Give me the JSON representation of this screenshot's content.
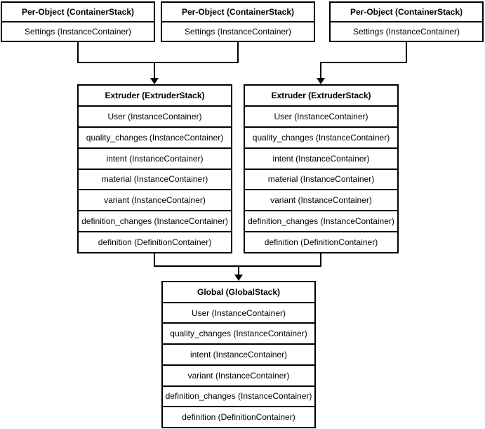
{
  "canvas": {
    "background_color": "#ffffff",
    "line_color": "#000000",
    "text_color": "#000000"
  },
  "boxes": {
    "per_object_1": {
      "title": "Per-Object (ContainerStack)",
      "rows": [
        "Settings (InstanceContainer)"
      ]
    },
    "per_object_2": {
      "title": "Per-Object (ContainerStack)",
      "rows": [
        "Settings (InstanceContainer)"
      ]
    },
    "per_object_3": {
      "title": "Per-Object (ContainerStack)",
      "rows": [
        "Settings (InstanceContainer)"
      ]
    },
    "extruder_1": {
      "title": "Extruder (ExtruderStack)",
      "rows": [
        "User (InstanceContainer)",
        "quality_changes (InstanceContainer)",
        "intent (InstanceContainer)",
        "material (InstanceContainer)",
        "variant (InstanceContainer)",
        "definition_changes (InstanceContainer)",
        "definition (DefinitionContainer)"
      ]
    },
    "extruder_2": {
      "title": "Extruder (ExtruderStack)",
      "rows": [
        "User (InstanceContainer)",
        "quality_changes (InstanceContainer)",
        "intent (InstanceContainer)",
        "material (InstanceContainer)",
        "variant (InstanceContainer)",
        "definition_changes (InstanceContainer)",
        "definition (DefinitionContainer)"
      ]
    },
    "global": {
      "title": "Global (GlobalStack)",
      "rows": [
        "User (InstanceContainer)",
        "quality_changes (InstanceContainer)",
        "intent (InstanceContainer)",
        "variant (InstanceContainer)",
        "definition_changes (InstanceContainer)",
        "definition (DefinitionContainer)"
      ]
    }
  }
}
